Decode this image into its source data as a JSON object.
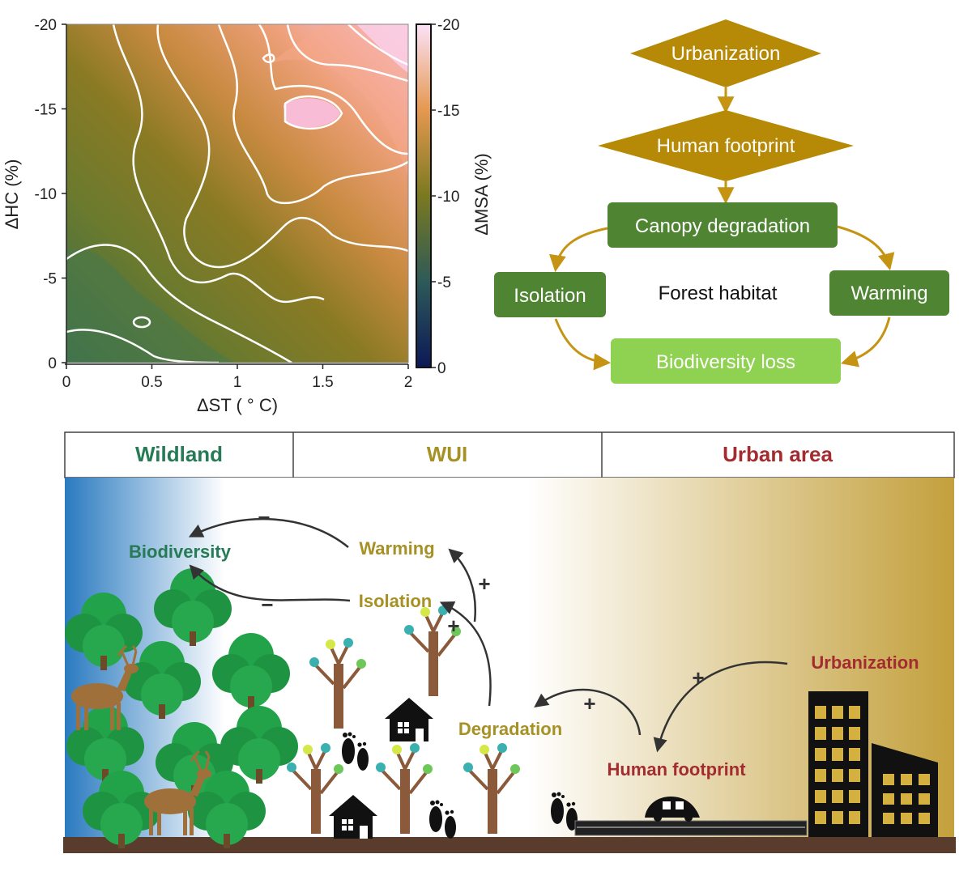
{
  "heatmap": {
    "x_axis_label": "ΔST ( ° C)",
    "y_axis_label": "ΔHC (%)",
    "colorbar_label": "ΔMSA (%)",
    "x_ticks": [
      "0",
      "0.5",
      "1",
      "1.5",
      "2"
    ],
    "y_ticks": [
      "-20",
      "-15",
      "-10",
      "-5",
      "0"
    ],
    "colorbar_ticks": [
      "-20",
      "-15",
      "-10",
      "-5",
      "0"
    ],
    "colors": {
      "low": "#0f1a5a",
      "mid": "#7d7a20",
      "orange": "#e59850",
      "high": "#f7c2e6"
    }
  },
  "chart_data": {
    "type": "heatmap",
    "title": "",
    "xlabel": "ΔST ( ° C)",
    "ylabel": "ΔHC (%)",
    "colorbar_label": "ΔMSA (%)",
    "xlim": [
      0,
      2
    ],
    "ylim": [
      0,
      -20
    ],
    "clim": [
      0,
      -20
    ],
    "x_ticks": [
      0,
      0.5,
      1,
      1.5,
      2
    ],
    "y_ticks": [
      -20,
      -15,
      -10,
      -5,
      0
    ],
    "colorbar_ticks": [
      -20,
      -15,
      -10,
      -5,
      0
    ],
    "contour_levels": [
      -2.5,
      -5,
      -7.5,
      -10,
      -12.5,
      -15,
      -17.5
    ],
    "approx_values": [
      {
        "x": 0,
        "y": 0,
        "z": -3
      },
      {
        "x": 0.5,
        "y": -5,
        "z": -7
      },
      {
        "x": 1,
        "y": -10,
        "z": -11
      },
      {
        "x": 1.5,
        "y": -15,
        "z": -15
      },
      {
        "x": 2,
        "y": -20,
        "z": -19
      }
    ]
  },
  "flowchart": {
    "urbanization": "Urbanization",
    "human_footprint": "Human footprint",
    "canopy_degradation": "Canopy degradation",
    "isolation": "Isolation",
    "warming": "Warming",
    "center": "Forest habitat",
    "biodiversity_loss": "Biodiversity loss",
    "colors": {
      "diamond": "#b68a06",
      "box": "#4e8432",
      "light": "#8fd150",
      "arrow": "#c49412"
    }
  },
  "scene": {
    "zones": [
      "Wildland",
      "WUI",
      "Urban area"
    ],
    "zone_colors": [
      "#267a55",
      "#a69125",
      "#a32c30"
    ],
    "labels": {
      "biodiversity": "Biodiversity",
      "warming": "Warming",
      "isolation": "Isolation",
      "degradation": "Degradation",
      "urbanization": "Urbanization",
      "human_footprint": "Human footprint"
    },
    "signs": {
      "minus": "−",
      "plus": "+"
    },
    "colors": {
      "wild": "#2a7ac0",
      "urban": "#c3a03c",
      "ground": "#5a3c2c"
    }
  }
}
